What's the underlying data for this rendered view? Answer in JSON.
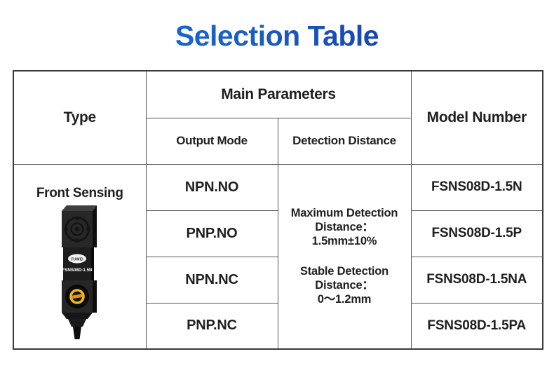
{
  "title": "Selection Table",
  "colors": {
    "title_gradient_start": "#1873DC",
    "title_gradient_end": "#12249B",
    "table_border_outer": "#3A3A3A",
    "table_border_inner": "#555555",
    "text": "#1F1F1F",
    "sensor_body": "#262626",
    "sensor_ring_yellow": "#F3B41D"
  },
  "table": {
    "headers": {
      "type": "Type",
      "main_parameters": "Main Parameters",
      "output_mode": "Output Mode",
      "detection_distance": "Detection Distance",
      "model_number": "Model Number"
    },
    "type_cell": {
      "label": "Front Sensing",
      "product_logo": "FUWEI",
      "product_model": "FSNS08D-1.5N"
    },
    "detection": {
      "maximum": [
        "Maximum Detection",
        "Distance：",
        "1.5mm±10%"
      ],
      "stable": [
        "Stable Detection",
        "Distance：",
        "0～1.2mm"
      ]
    },
    "rows": [
      {
        "output_mode": "NPN.NO",
        "model_number": "FSNS08D-1.5N"
      },
      {
        "output_mode": "PNP.NO",
        "model_number": "FSNS08D-1.5P"
      },
      {
        "output_mode": "NPN.NC",
        "model_number": "FSNS08D-1.5NA"
      },
      {
        "output_mode": "PNP.NC",
        "model_number": "FSNS08D-1.5PA"
      }
    ]
  }
}
